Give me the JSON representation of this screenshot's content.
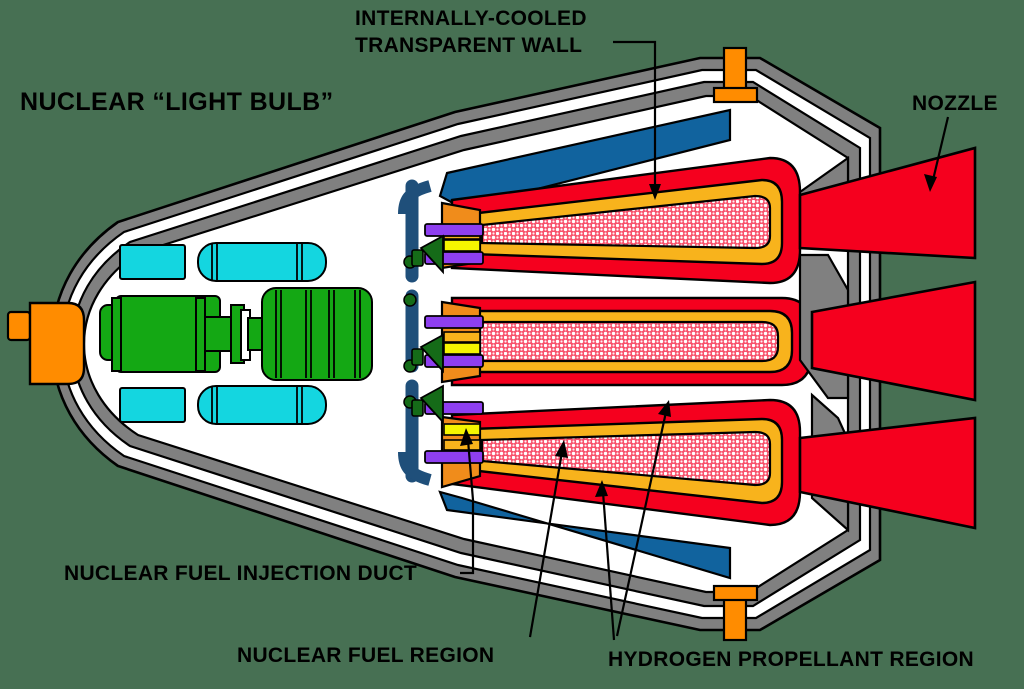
{
  "figure": {
    "title": "NUCLEAR “LIGHT BULB”",
    "background_color": "#477053"
  },
  "labels": {
    "title": "NUCLEAR “LIGHT BULB”",
    "transparent_wall_line1": "INTERNALLY-COOLED",
    "transparent_wall_line2": "TRANSPARENT WALL",
    "nozzle": "NOZZLE",
    "injection_duct": "NUCLEAR FUEL INJECTION DUCT",
    "fuel_region": "NUCLEAR FUEL REGION",
    "hydrogen_region": "HYDROGEN PROPELLANT REGION"
  },
  "colors": {
    "hull_gray": "#808080",
    "hull_outline": "#000000",
    "interior_white": "#ffffff",
    "hydrogen_red": "#f5001e",
    "transparent_wall_amber": "#f8b31c",
    "fuel_pink": "#f58d9e",
    "fuel_stipple": "#ffffff",
    "duct_blue": "#11639e",
    "injector_purple": "#8e3ff0",
    "injector_yellow": "#f5f500",
    "injector_orange": "#f08c1b",
    "injector_green": "#156b18",
    "turbomachinery_green": "#14a814",
    "tank_cyan": "#14d6e0",
    "mount_orange": "#ff8c00",
    "nozzle_red": "#f5001e"
  },
  "components": [
    {
      "name": "nose-plug",
      "color": "#ff8c00"
    },
    {
      "name": "propellant-tank-upper-front",
      "color": "#14d6e0"
    },
    {
      "name": "propellant-tank-upper-rear",
      "color": "#14d6e0"
    },
    {
      "name": "propellant-tank-lower-front",
      "color": "#14d6e0"
    },
    {
      "name": "propellant-tank-lower-rear",
      "color": "#14d6e0"
    },
    {
      "name": "turbopump-front",
      "color": "#14a814"
    },
    {
      "name": "turbopump-rear",
      "color": "#14a814"
    },
    {
      "name": "cavity-upper",
      "color": "#f5001e"
    },
    {
      "name": "cavity-middle",
      "color": "#f5001e"
    },
    {
      "name": "cavity-lower",
      "color": "#f5001e"
    },
    {
      "name": "nozzle-upper",
      "color": "#f5001e"
    },
    {
      "name": "nozzle-middle",
      "color": "#f5001e"
    },
    {
      "name": "nozzle-lower",
      "color": "#f5001e"
    },
    {
      "name": "mount-top",
      "color": "#ff8c00"
    },
    {
      "name": "mount-bottom",
      "color": "#ff8c00"
    }
  ]
}
